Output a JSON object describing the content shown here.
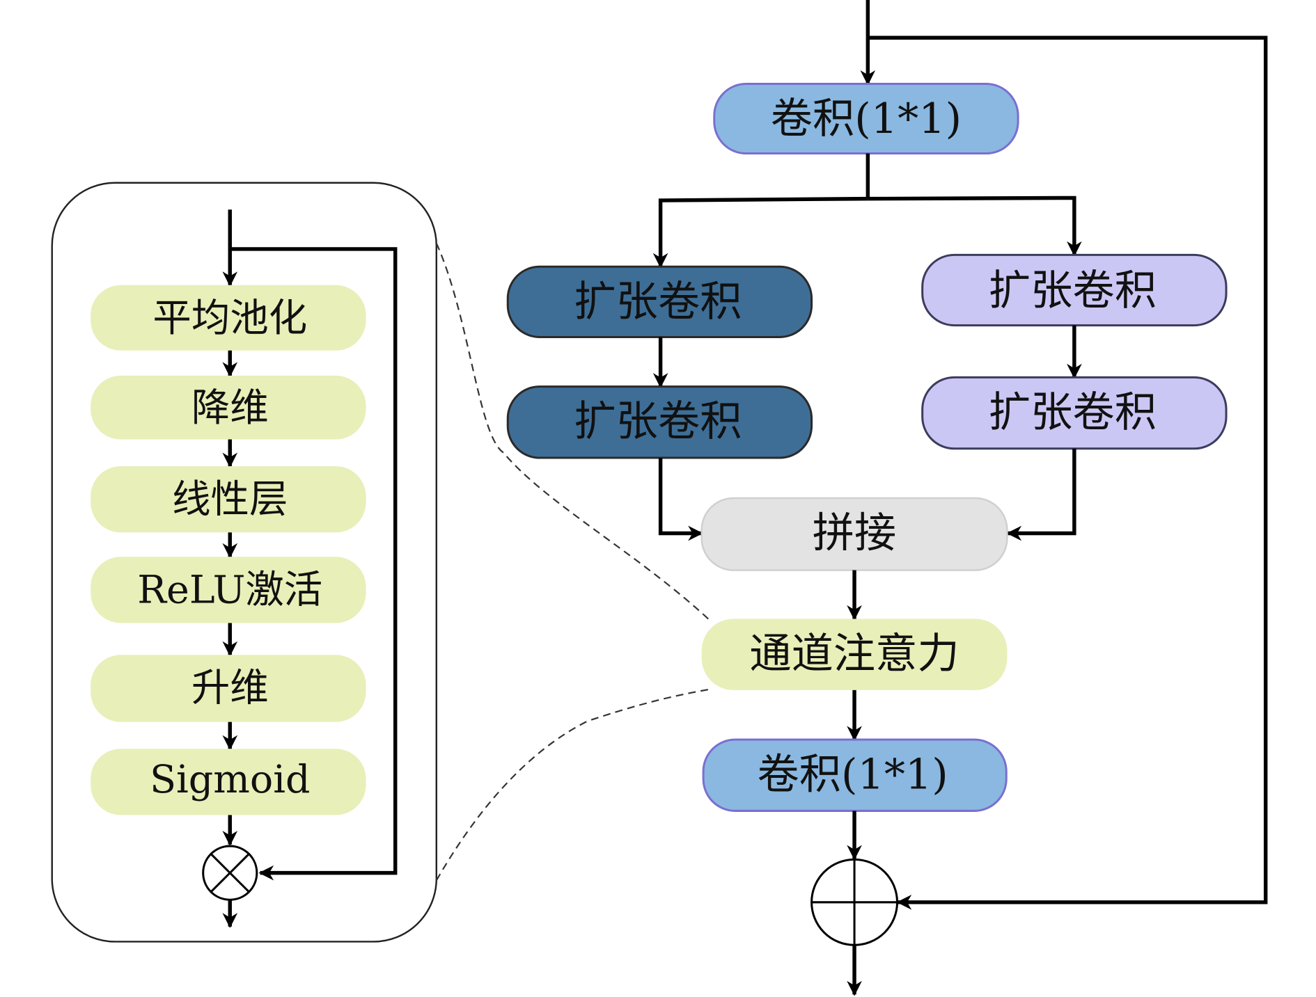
{
  "diagram": {
    "title": "Dilated convolution block with channel attention",
    "main_flow": {
      "conv_top": {
        "label": "卷积(1*1)",
        "color": "#8ab8e0",
        "border": "#7a6fd0"
      },
      "branch_left": [
        {
          "label": "扩张卷积",
          "color": "#3e6e96",
          "border": "#2a2a2a"
        },
        {
          "label": "扩张卷积",
          "color": "#3e6e96",
          "border": "#2a2a2a"
        }
      ],
      "branch_right": [
        {
          "label": "扩张卷积",
          "color": "#cbc7f5",
          "border": "#3c3c5c"
        },
        {
          "label": "扩张卷积",
          "color": "#cbc7f5",
          "border": "#3c3c5c"
        }
      ],
      "concat": {
        "label": "拼接",
        "color": "#e3e3e3"
      },
      "attention": {
        "label": "通道注意力",
        "color": "#e8efb8"
      },
      "conv_bottom": {
        "label": "卷积(1*1)",
        "color": "#8ab8e0",
        "border": "#7a6fd0"
      },
      "sum_symbol": "plus-circle",
      "residual": "skip connection from input to sum"
    },
    "attention_detail": {
      "steps": [
        {
          "label": "平均池化"
        },
        {
          "label": "降维"
        },
        {
          "label": "线性层"
        },
        {
          "label": "ReLU激活"
        },
        {
          "label": "升维"
        },
        {
          "label": "Sigmoid"
        }
      ],
      "step_color": "#e8efb8",
      "multiply_symbol": "times-circle"
    }
  }
}
